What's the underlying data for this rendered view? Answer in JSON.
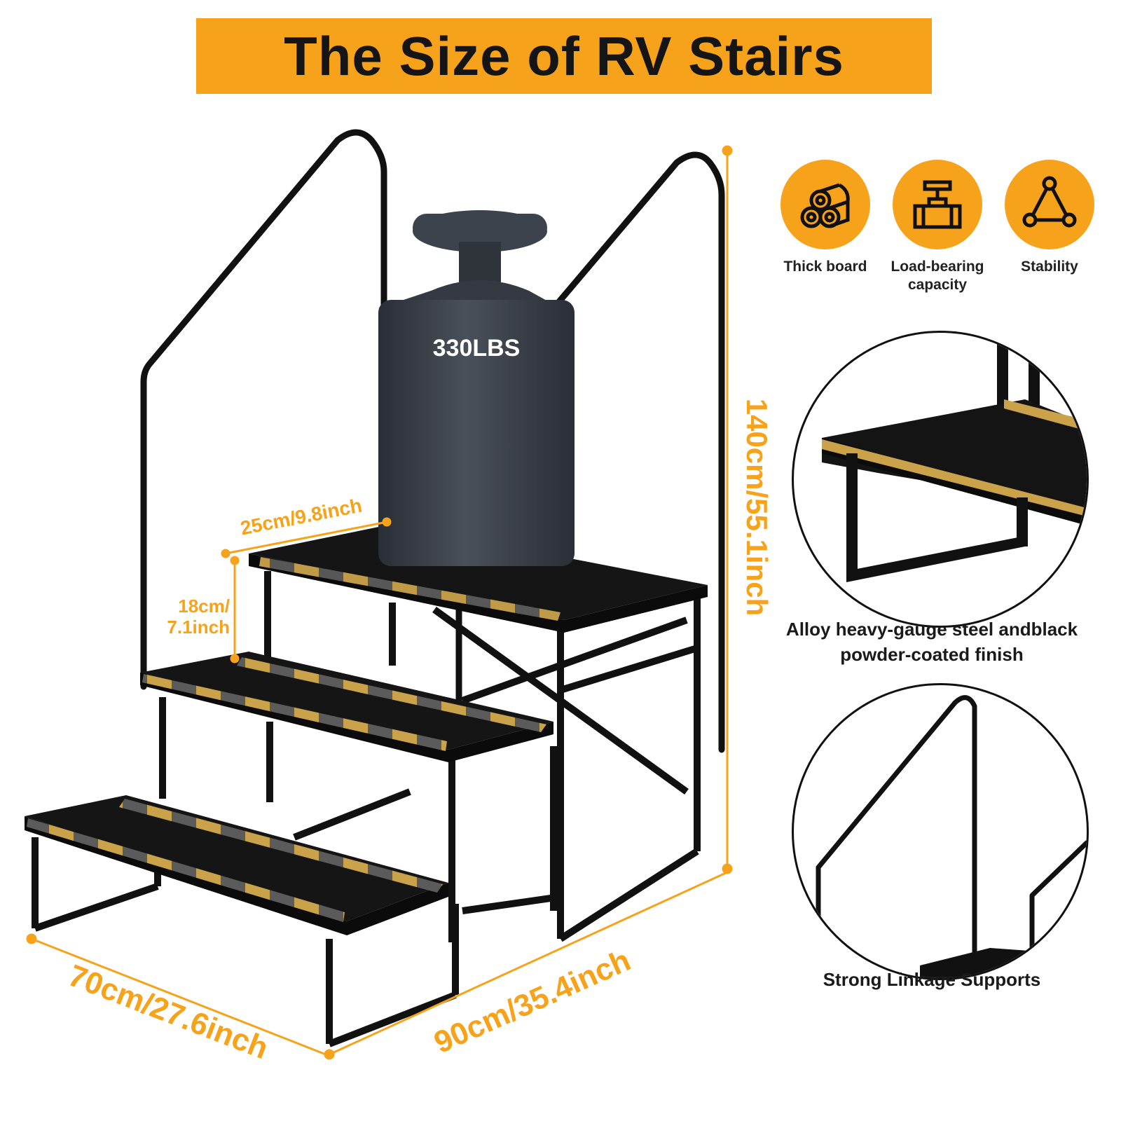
{
  "banner": {
    "title": "The Size of RV Stairs"
  },
  "dimensions": {
    "height": "140cm/55.1inch",
    "width": "90cm/35.4inch",
    "depth": "70cm/27.6inch",
    "step_depth": "25cm/9.8inch",
    "step_rise_line1": "18cm/",
    "step_rise_line2": "7.1inch"
  },
  "weight": {
    "label": "330LBS"
  },
  "features": [
    {
      "label": "Thick board",
      "icon": "rolled-boards-icon"
    },
    {
      "label": "Load-bearing capacity",
      "icon": "weight-load-icon"
    },
    {
      "label": "Stability",
      "icon": "triangle-stability-icon"
    }
  ],
  "details": [
    {
      "caption_line1": "Alloy heavy-gauge steel andblack",
      "caption_line2": "powder-coated finish"
    },
    {
      "caption_line1": "Strong Linkage Supports",
      "caption_line2": ""
    }
  ],
  "colors": {
    "accent": "#f7a21b",
    "steel": "#111111",
    "weight": "#3b4049",
    "tread_grey": "#555555"
  }
}
